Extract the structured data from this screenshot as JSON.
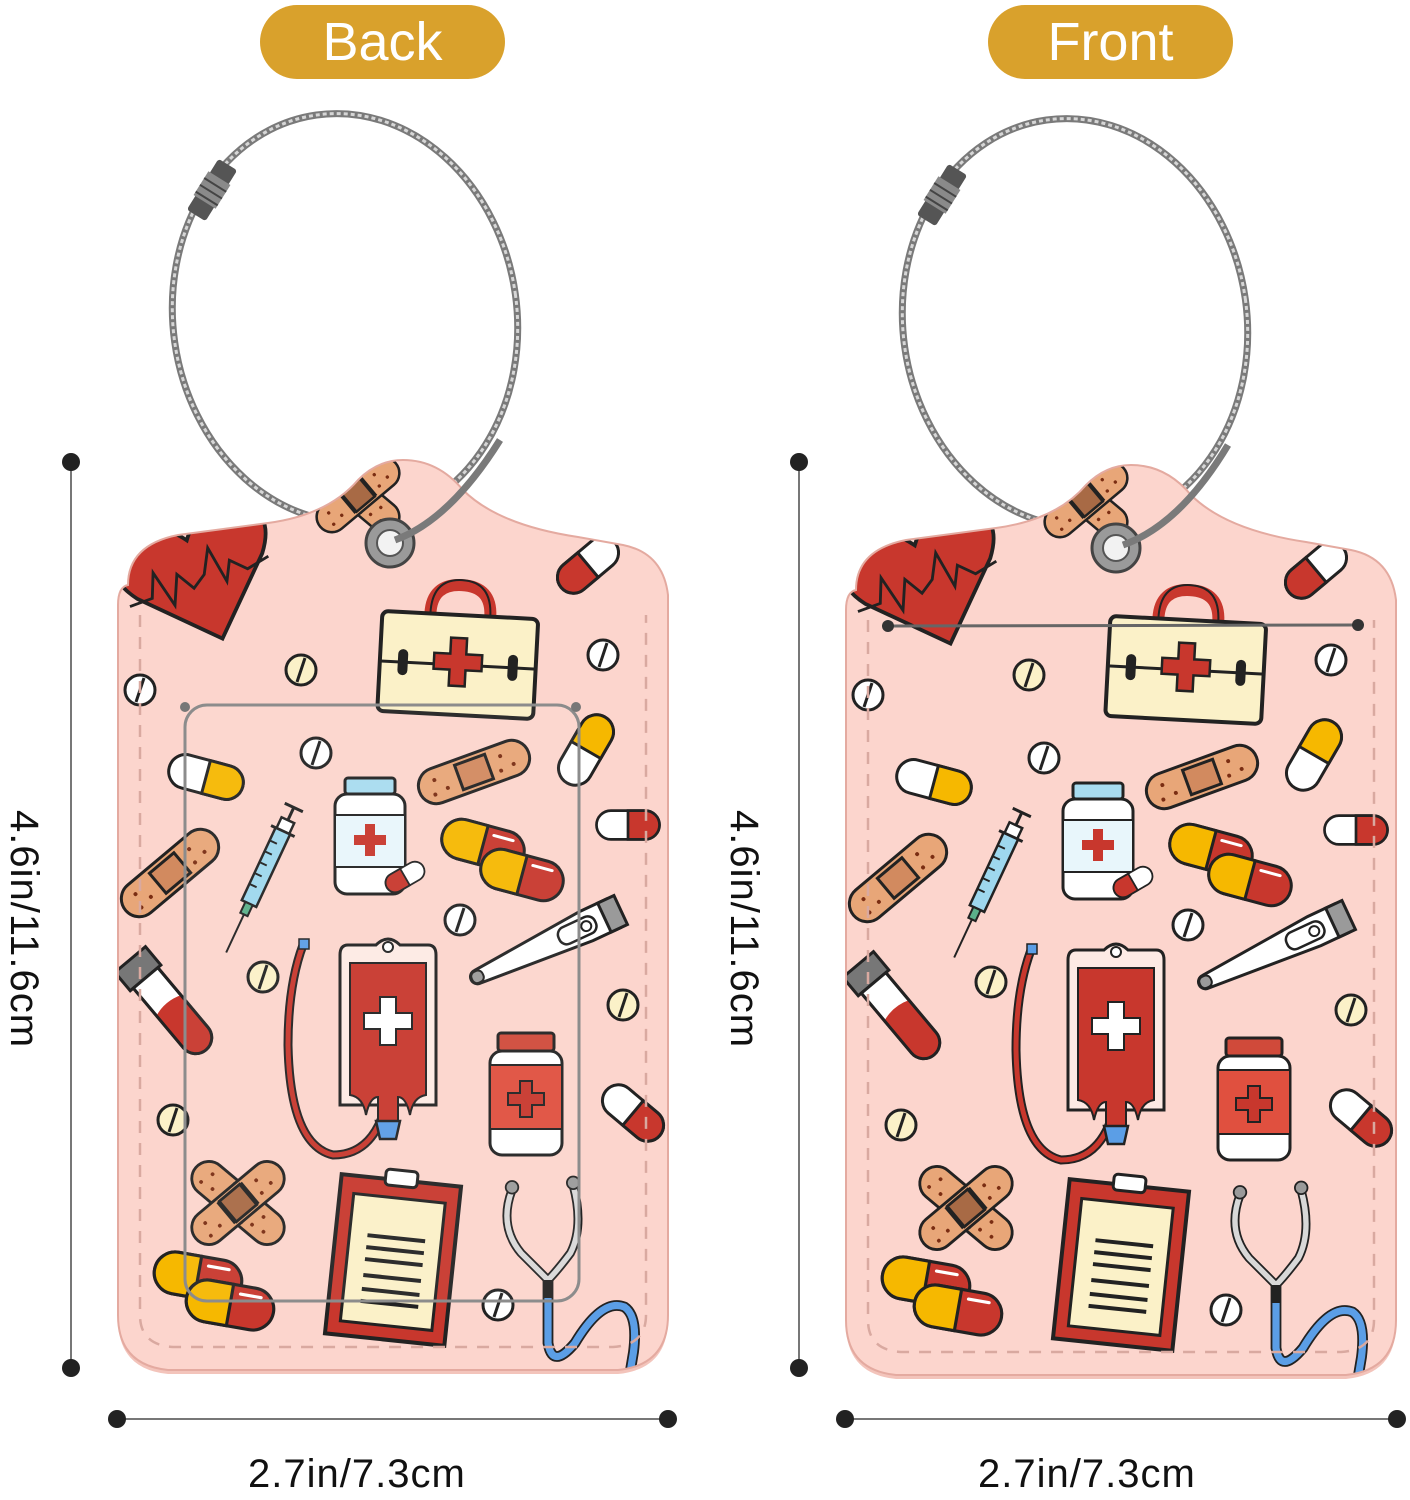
{
  "labels": {
    "back": "Back",
    "front": "Front"
  },
  "dimensions": {
    "back_height": "4.6in/11.6cm",
    "back_width": "2.7in/7.3cm",
    "front_height": "4.6in/11.6cm",
    "front_width": "2.7in/7.3cm"
  },
  "colors": {
    "pill_label": "#d9a12c",
    "tag_pink": "#fcd5cd",
    "accent_red": "#c8372d",
    "bandage": "#e8a678",
    "cream": "#fbf1c8",
    "yellow": "#f6b800",
    "blue": "#5b9ee6"
  },
  "tags": [
    {
      "side": "back",
      "pattern": "medical-doodles",
      "has_window": true,
      "has_wire_loop": true
    },
    {
      "side": "front",
      "pattern": "medical-doodles",
      "has_window": false,
      "has_wire_loop": true
    }
  ]
}
